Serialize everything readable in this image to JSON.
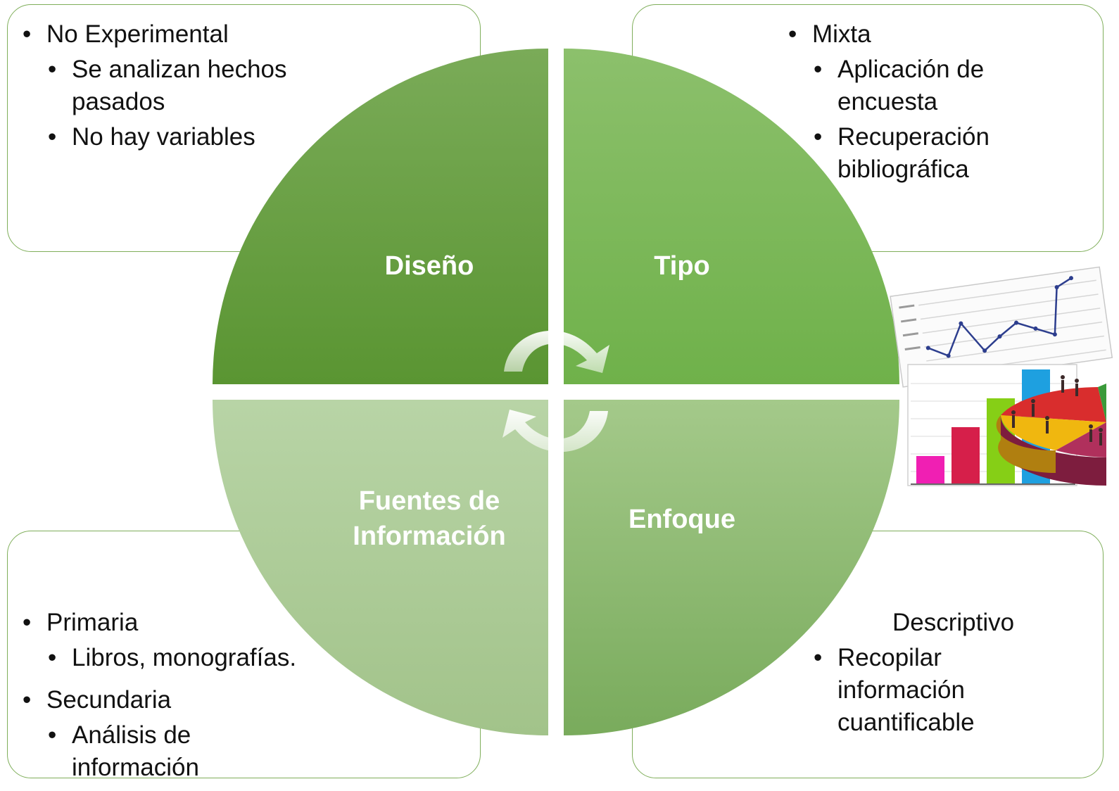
{
  "colors": {
    "box_border": "#7fae5a",
    "q_diseno_top": "#7aab58",
    "q_diseno_bottom": "#5a9532",
    "q_tipo_top": "#8cc06c",
    "q_tipo_bottom": "#6fb14a",
    "q_fuentes_top": "#b8d4a6",
    "q_fuentes_bottom": "#a2c38a",
    "q_enfoque_top": "#a4c98a",
    "q_enfoque_bottom": "#79ab5c"
  },
  "quadrants": {
    "diseno": {
      "label": "Diseño"
    },
    "tipo": {
      "label": "Tipo"
    },
    "fuentes": {
      "label_line1": "Fuentes de",
      "label_line2": "Información"
    },
    "enfoque": {
      "label": "Enfoque"
    }
  },
  "boxes": {
    "top_left": {
      "title": "No Experimental",
      "items": [
        "Se analizan hechos pasados",
        "No hay variables"
      ]
    },
    "top_right": {
      "title": "Mixta",
      "items": [
        "Aplicación de encuesta",
        "Recuperación bibliográfica"
      ]
    },
    "bottom_left": {
      "groups": [
        {
          "title": "Primaria",
          "items": [
            "Libros, monografías."
          ]
        },
        {
          "title": "Secundaria",
          "items": [
            "Análisis de información"
          ]
        }
      ]
    },
    "bottom_right": {
      "title": "Descriptivo",
      "items": [
        "Recopilar información cuantificable"
      ]
    }
  },
  "icons": [
    "cycle-arrows-icon",
    "statistics-clipart-icon"
  ]
}
